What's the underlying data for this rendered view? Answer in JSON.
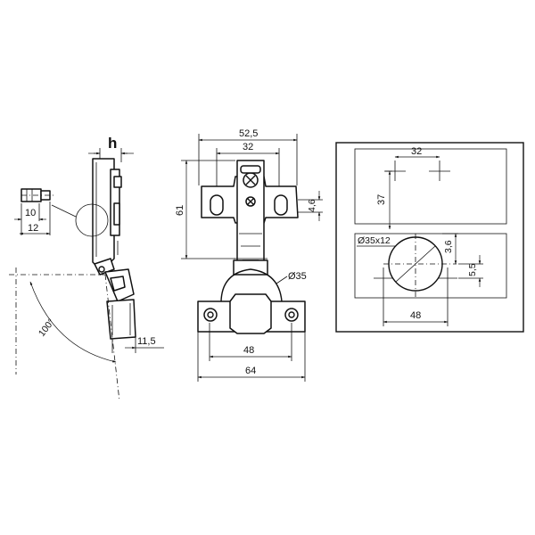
{
  "side_view": {
    "h_label": "h",
    "dim_10": "10",
    "dim_12": "12",
    "angle_label": "100°",
    "dim_11_5": "11,5"
  },
  "front_view": {
    "dim_52_5": "52,5",
    "dim_32": "32",
    "dim_61": "61",
    "dim_4_6": "4,6",
    "diameter_35": "Ø35",
    "dim_48": "48",
    "dim_64": "64"
  },
  "drilling_pattern": {
    "dim_32": "32",
    "dim_37": "37",
    "cup_label": "Ø35x12",
    "dim_3_6": "3,6",
    "dim_5_5": "5,5",
    "dim_48": "48"
  }
}
